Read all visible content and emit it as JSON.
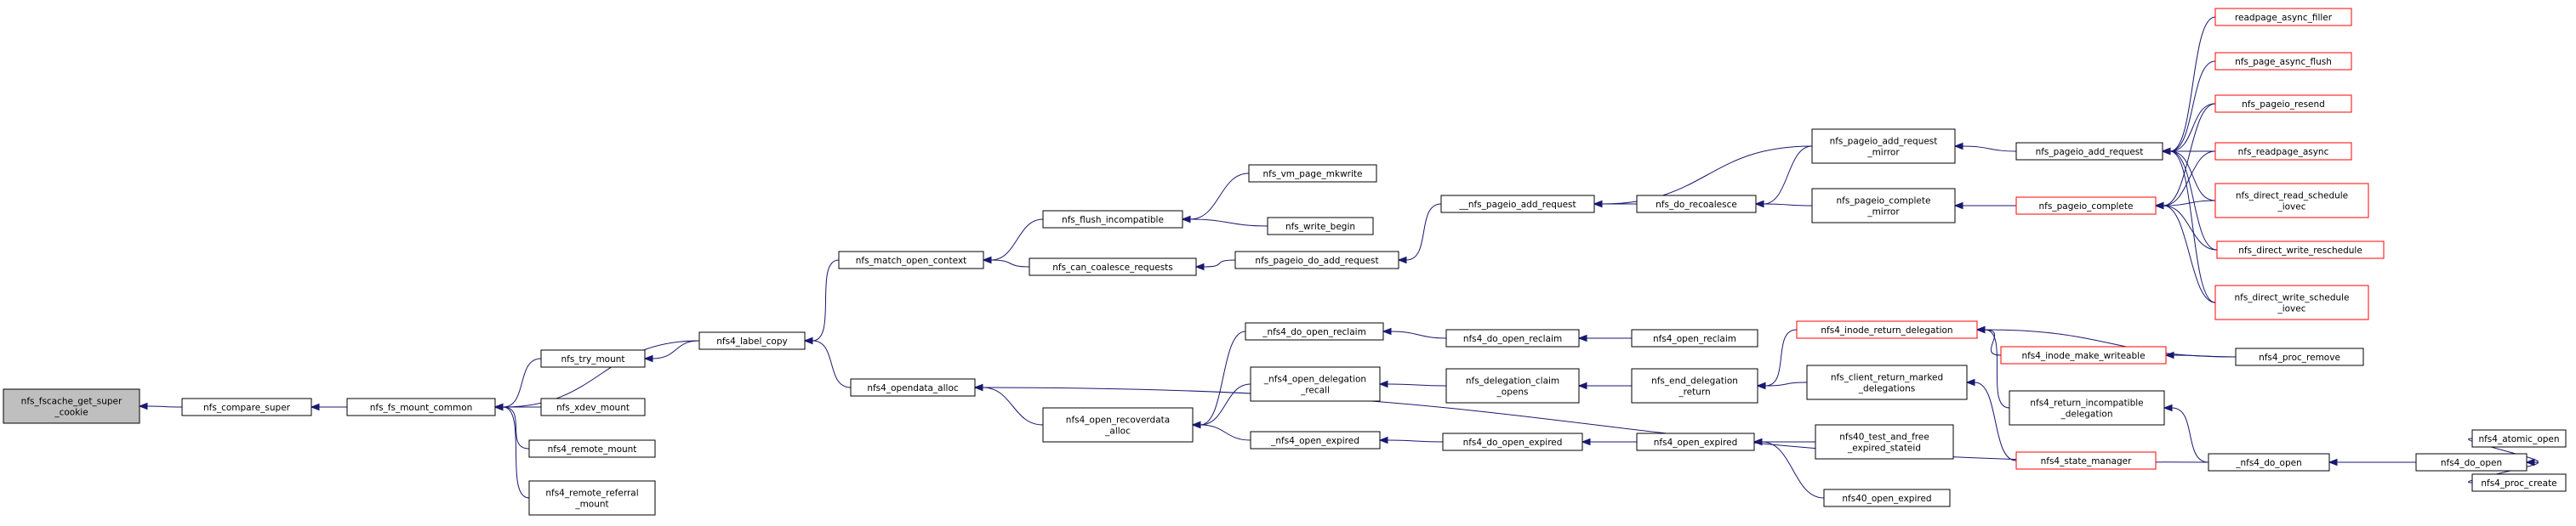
{
  "graph": {
    "nodes": [
      {
        "id": "n0",
        "lines": [
          "nfs_fscache_get_super",
          "_cookie"
        ],
        "style": "root"
      },
      {
        "id": "n1",
        "lines": [
          "nfs_compare_super"
        ],
        "style": "normal"
      },
      {
        "id": "n2",
        "lines": [
          "nfs_fs_mount_common"
        ],
        "style": "normal"
      },
      {
        "id": "n3",
        "lines": [
          "nfs_try_mount"
        ],
        "style": "normal"
      },
      {
        "id": "n4",
        "lines": [
          "nfs_xdev_mount"
        ],
        "style": "normal"
      },
      {
        "id": "n5",
        "lines": [
          "nfs4_remote_mount"
        ],
        "style": "normal"
      },
      {
        "id": "n6",
        "lines": [
          "nfs4_remote_referral",
          "_mount"
        ],
        "style": "normal"
      },
      {
        "id": "n7",
        "lines": [
          "nfs4_label_copy"
        ],
        "style": "normal"
      },
      {
        "id": "n8",
        "lines": [
          "nfs_match_open_context"
        ],
        "style": "normal"
      },
      {
        "id": "n9",
        "lines": [
          "nfs4_opendata_alloc"
        ],
        "style": "normal"
      },
      {
        "id": "n10",
        "lines": [
          "nfs_flush_incompatible"
        ],
        "style": "normal"
      },
      {
        "id": "n11",
        "lines": [
          "nfs_can_coalesce_requests"
        ],
        "style": "normal"
      },
      {
        "id": "n12",
        "lines": [
          "nfs4_open_recoverdata",
          "_alloc"
        ],
        "style": "normal"
      },
      {
        "id": "n13",
        "lines": [
          "nfs_vm_page_mkwrite"
        ],
        "style": "normal"
      },
      {
        "id": "n14",
        "lines": [
          "nfs_write_begin"
        ],
        "style": "normal"
      },
      {
        "id": "n15",
        "lines": [
          "nfs_pageio_do_add_request"
        ],
        "style": "normal"
      },
      {
        "id": "n16",
        "lines": [
          "_nfs4_do_open_reclaim"
        ],
        "style": "normal"
      },
      {
        "id": "n17",
        "lines": [
          "_nfs4_open_delegation",
          "_recall"
        ],
        "style": "normal"
      },
      {
        "id": "n18",
        "lines": [
          "_nfs4_open_expired"
        ],
        "style": "normal"
      },
      {
        "id": "n19",
        "lines": [
          "__nfs_pageio_add_request"
        ],
        "style": "normal"
      },
      {
        "id": "n20",
        "lines": [
          "nfs4_do_open_reclaim"
        ],
        "style": "normal"
      },
      {
        "id": "n21",
        "lines": [
          "nfs_delegation_claim",
          "_opens"
        ],
        "style": "normal"
      },
      {
        "id": "n22",
        "lines": [
          "nfs4_do_open_expired"
        ],
        "style": "normal"
      },
      {
        "id": "n23",
        "lines": [
          "nfs_do_recoalesce"
        ],
        "style": "normal"
      },
      {
        "id": "n24",
        "lines": [
          "nfs4_open_reclaim"
        ],
        "style": "normal"
      },
      {
        "id": "n25",
        "lines": [
          "nfs_end_delegation",
          "_return"
        ],
        "style": "normal"
      },
      {
        "id": "n26",
        "lines": [
          "nfs4_open_expired"
        ],
        "style": "normal"
      },
      {
        "id": "n27",
        "lines": [
          "nfs_pageio_add_request",
          "_mirror"
        ],
        "style": "normal"
      },
      {
        "id": "n28",
        "lines": [
          "nfs_pageio_complete",
          "_mirror"
        ],
        "style": "normal"
      },
      {
        "id": "n29",
        "lines": [
          "nfs4_inode_return_delegation"
        ],
        "style": "red"
      },
      {
        "id": "n30",
        "lines": [
          "nfs_client_return_marked",
          "_delegations"
        ],
        "style": "normal"
      },
      {
        "id": "n31",
        "lines": [
          "nfs40_test_and_free",
          "_expired_stateid"
        ],
        "style": "normal"
      },
      {
        "id": "n32",
        "lines": [
          "nfs40_open_expired"
        ],
        "style": "normal"
      },
      {
        "id": "n33",
        "lines": [
          "nfs_pageio_add_request"
        ],
        "style": "normal"
      },
      {
        "id": "n34",
        "lines": [
          "nfs_pageio_complete"
        ],
        "style": "red"
      },
      {
        "id": "n35",
        "lines": [
          "nfs4_inode_make_writeable"
        ],
        "style": "red"
      },
      {
        "id": "n36",
        "lines": [
          "nfs4_return_incompatible",
          "_delegation"
        ],
        "style": "normal"
      },
      {
        "id": "n37",
        "lines": [
          "nfs4_state_manager"
        ],
        "style": "red"
      },
      {
        "id": "n38",
        "lines": [
          "readpage_async_filler"
        ],
        "style": "red"
      },
      {
        "id": "n39",
        "lines": [
          "nfs_page_async_flush"
        ],
        "style": "red"
      },
      {
        "id": "n40",
        "lines": [
          "nfs_pageio_resend"
        ],
        "style": "red"
      },
      {
        "id": "n41",
        "lines": [
          "nfs_readpage_async"
        ],
        "style": "red"
      },
      {
        "id": "n42",
        "lines": [
          "nfs_direct_read_schedule",
          "_iovec"
        ],
        "style": "red"
      },
      {
        "id": "n43",
        "lines": [
          "nfs_direct_write_reschedule"
        ],
        "style": "red"
      },
      {
        "id": "n44",
        "lines": [
          "nfs_direct_write_schedule",
          "_iovec"
        ],
        "style": "red"
      },
      {
        "id": "n45",
        "lines": [
          "nfs4_proc_remove"
        ],
        "style": "normal"
      },
      {
        "id": "n46",
        "lines": [
          "_nfs4_do_open"
        ],
        "style": "normal"
      },
      {
        "id": "n47",
        "lines": [
          "nfs4_do_open"
        ],
        "style": "normal"
      },
      {
        "id": "n48",
        "lines": [
          "nfs4_atomic_open"
        ],
        "style": "normal"
      },
      {
        "id": "n49",
        "lines": [
          "nfs4_proc_create"
        ],
        "style": "normal"
      }
    ],
    "edges": [
      [
        "n1",
        "n0"
      ],
      [
        "n2",
        "n1"
      ],
      [
        "n3",
        "n2"
      ],
      [
        "n4",
        "n2"
      ],
      [
        "n5",
        "n2"
      ],
      [
        "n6",
        "n2"
      ],
      [
        "n7",
        "n2"
      ],
      [
        "n8",
        "n7"
      ],
      [
        "n9",
        "n7"
      ],
      [
        "n7",
        "n3"
      ],
      [
        "n10",
        "n8"
      ],
      [
        "n11",
        "n8"
      ],
      [
        "n12",
        "n9"
      ],
      [
        "n46",
        "n9"
      ],
      [
        "n13",
        "n10"
      ],
      [
        "n14",
        "n10"
      ],
      [
        "n15",
        "n11"
      ],
      [
        "n16",
        "n12"
      ],
      [
        "n17",
        "n12"
      ],
      [
        "n18",
        "n12"
      ],
      [
        "n19",
        "n15"
      ],
      [
        "n20",
        "n16"
      ],
      [
        "n21",
        "n17"
      ],
      [
        "n22",
        "n18"
      ],
      [
        "n23",
        "n19"
      ],
      [
        "n27",
        "n19"
      ],
      [
        "n24",
        "n20"
      ],
      [
        "n25",
        "n21"
      ],
      [
        "n26",
        "n22"
      ],
      [
        "n27",
        "n23"
      ],
      [
        "n28",
        "n23"
      ],
      [
        "n29",
        "n25"
      ],
      [
        "n30",
        "n25"
      ],
      [
        "n31",
        "n26"
      ],
      [
        "n32",
        "n26"
      ],
      [
        "n33",
        "n27"
      ],
      [
        "n34",
        "n28"
      ],
      [
        "n35",
        "n29"
      ],
      [
        "n36",
        "n29"
      ],
      [
        "n45",
        "n29"
      ],
      [
        "n37",
        "n30"
      ],
      [
        "n46",
        "n36"
      ],
      [
        "n45",
        "n35"
      ],
      [
        "n38",
        "n33"
      ],
      [
        "n39",
        "n33"
      ],
      [
        "n40",
        "n33"
      ],
      [
        "n41",
        "n33"
      ],
      [
        "n42",
        "n33"
      ],
      [
        "n43",
        "n33"
      ],
      [
        "n44",
        "n33"
      ],
      [
        "n40",
        "n34"
      ],
      [
        "n41",
        "n34"
      ],
      [
        "n42",
        "n34"
      ],
      [
        "n43",
        "n34"
      ],
      [
        "n44",
        "n34"
      ],
      [
        "n47",
        "n46"
      ],
      [
        "n48",
        "n47"
      ],
      [
        "n49",
        "n47"
      ]
    ]
  }
}
